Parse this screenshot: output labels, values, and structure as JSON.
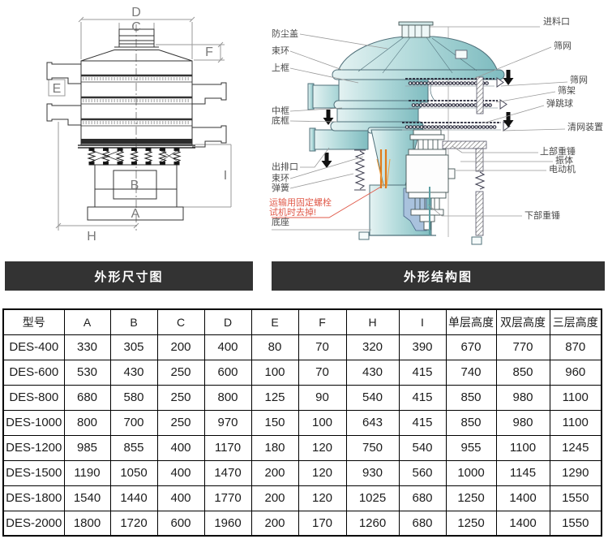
{
  "banners": {
    "dimensions": "外形尺寸图",
    "structure": "外形结构图"
  },
  "dimension_diagram": {
    "labels": [
      "D",
      "C",
      "F",
      "E",
      "B",
      "A",
      "H",
      "I"
    ]
  },
  "structure_diagram": {
    "left_labels": [
      "防尘盖",
      "束环",
      "上框",
      "中框",
      "底框",
      "出排口",
      "束环",
      "弹簧",
      "底座"
    ],
    "warning_lines": [
      "运输用固定螺栓",
      "试机时去掉!"
    ],
    "right_labels": [
      "进料口",
      "筛网",
      "筛网",
      "筛架",
      "弹跳球",
      "清网装置",
      "上部重锤",
      "振体",
      "电动机",
      "下部重锤"
    ]
  },
  "table": {
    "headers": [
      "型号",
      "A",
      "B",
      "C",
      "D",
      "E",
      "F",
      "H",
      "I",
      "单层高度",
      "双层高度",
      "三层高度"
    ],
    "rows": [
      [
        "DES-400",
        "330",
        "305",
        "200",
        "400",
        "80",
        "70",
        "320",
        "390",
        "670",
        "770",
        "870"
      ],
      [
        "DES-600",
        "530",
        "430",
        "250",
        "600",
        "100",
        "70",
        "430",
        "415",
        "740",
        "850",
        "960"
      ],
      [
        "DES-800",
        "680",
        "580",
        "250",
        "800",
        "125",
        "90",
        "540",
        "415",
        "850",
        "980",
        "1100"
      ],
      [
        "DES-1000",
        "800",
        "700",
        "250",
        "970",
        "150",
        "100",
        "643",
        "415",
        "850",
        "980",
        "1100"
      ],
      [
        "DES-1200",
        "985",
        "855",
        "400",
        "1170",
        "180",
        "120",
        "750",
        "540",
        "955",
        "1100",
        "1245"
      ],
      [
        "DES-1500",
        "1190",
        "1050",
        "400",
        "1470",
        "200",
        "120",
        "930",
        "560",
        "1000",
        "1145",
        "1290"
      ],
      [
        "DES-1800",
        "1540",
        "1440",
        "400",
        "1770",
        "200",
        "120",
        "1025",
        "680",
        "1250",
        "1400",
        "1550"
      ],
      [
        "DES-2000",
        "1800",
        "1720",
        "600",
        "1960",
        "200",
        "170",
        "1260",
        "680",
        "1250",
        "1400",
        "1550"
      ]
    ]
  },
  "colors": {
    "banner_bg": "#333333",
    "diagram_teal": "#aed8d9",
    "warning_red": "#e05a4a",
    "highlight_orange": "#e07b1a"
  }
}
